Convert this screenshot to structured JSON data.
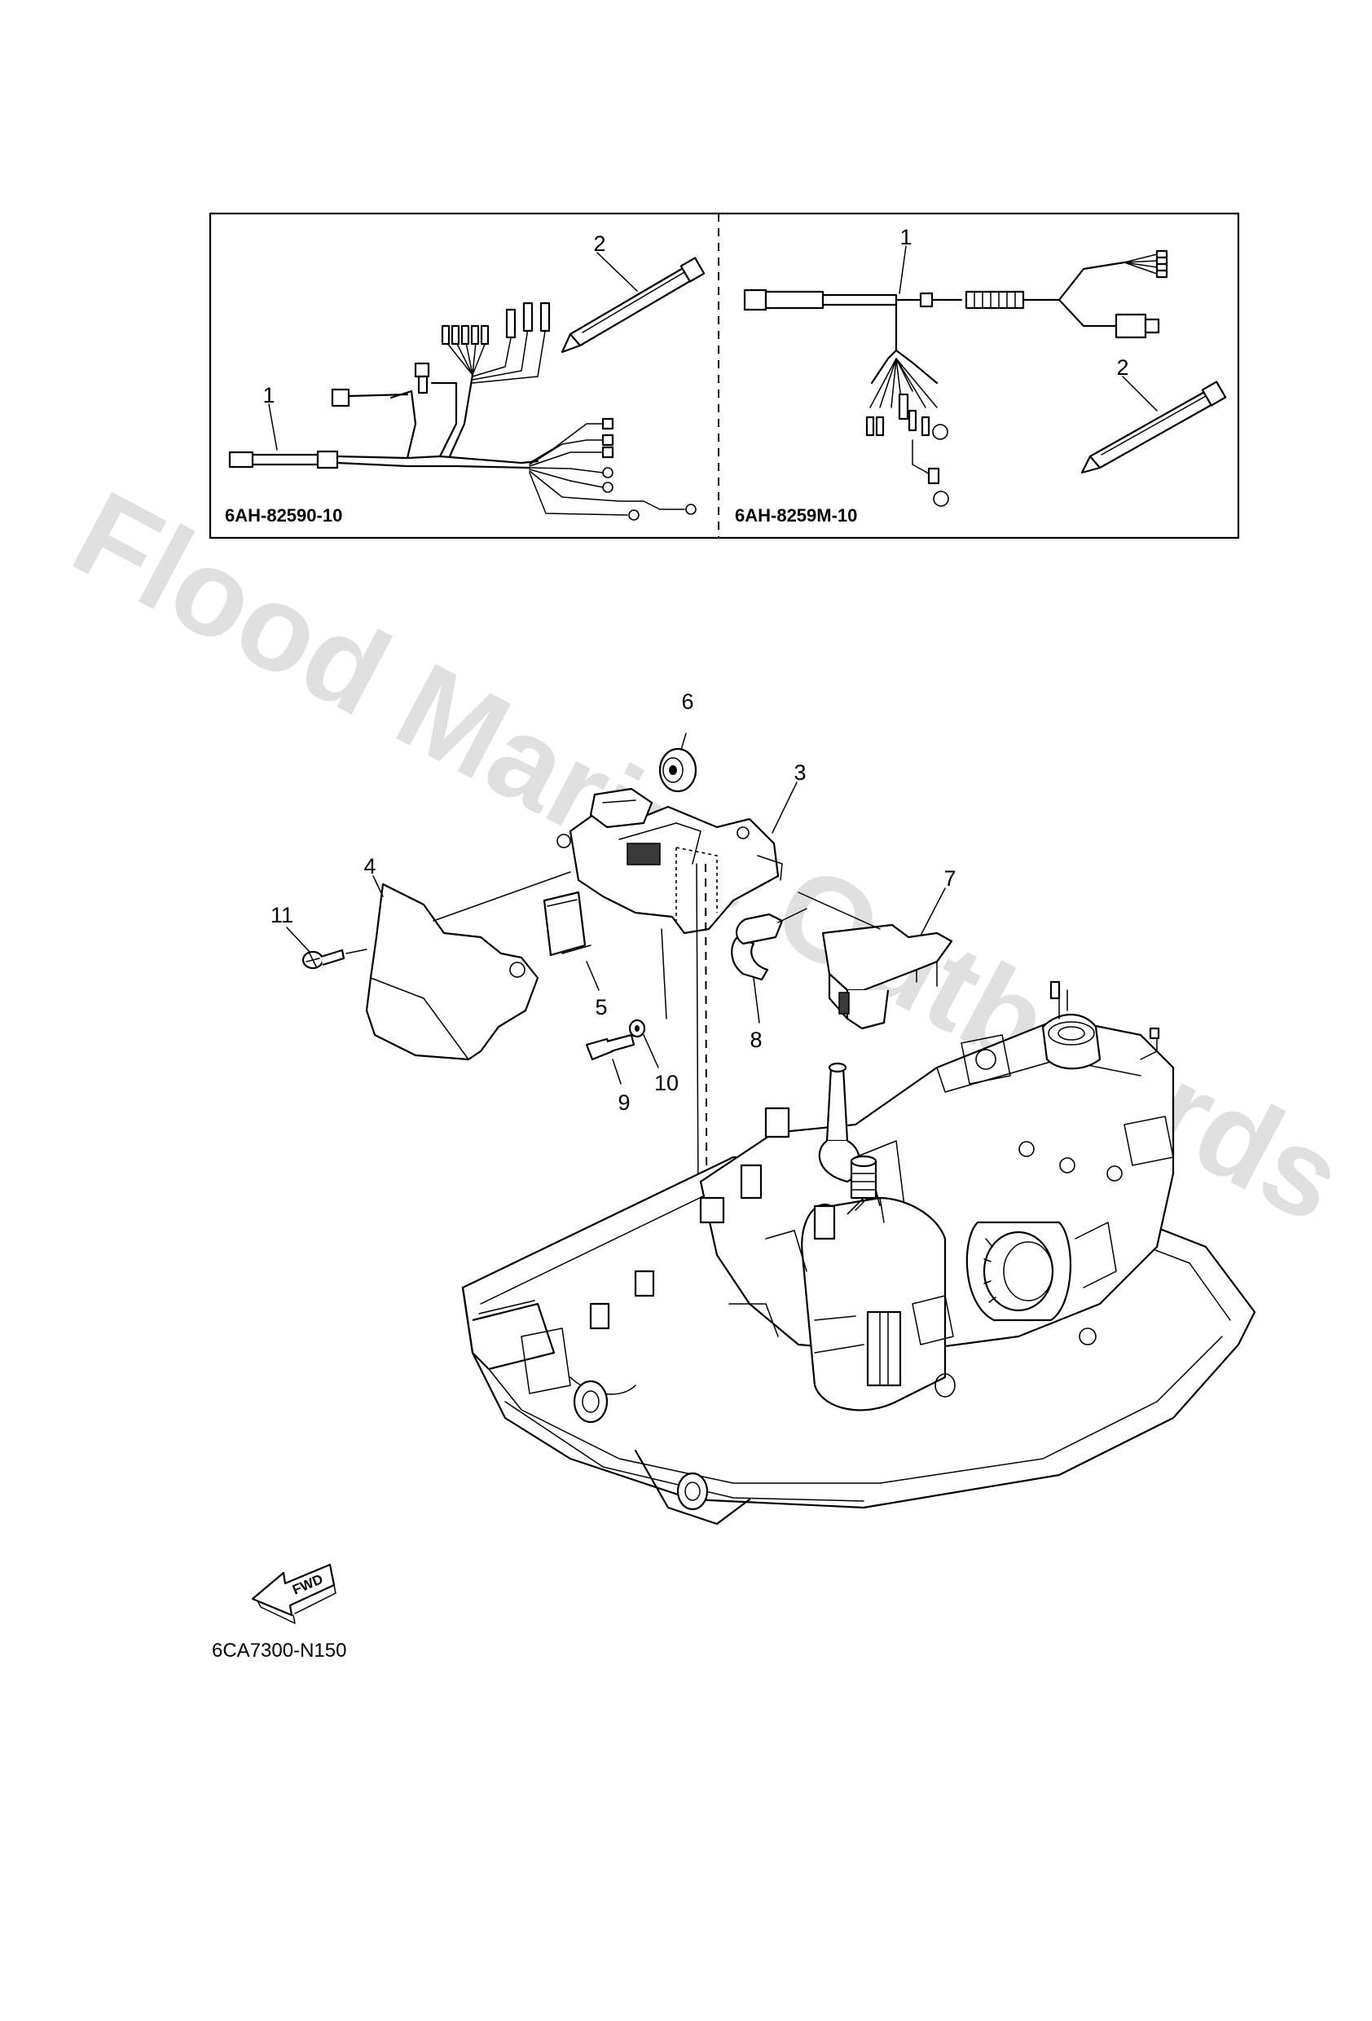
{
  "inset": {
    "left_kit_code": "6AH-82590-10",
    "right_kit_code": "6AH-8259M-10",
    "left_labels": [
      "1",
      "2"
    ],
    "right_labels": [
      "1",
      "2"
    ]
  },
  "callouts": [
    "1",
    "2",
    "3",
    "4",
    "5",
    "6",
    "7",
    "8",
    "9",
    "10",
    "11"
  ],
  "diagram_code": "6CA7300-N150",
  "fwd_label": "FWD",
  "watermark": "Flood Marine Outboards"
}
